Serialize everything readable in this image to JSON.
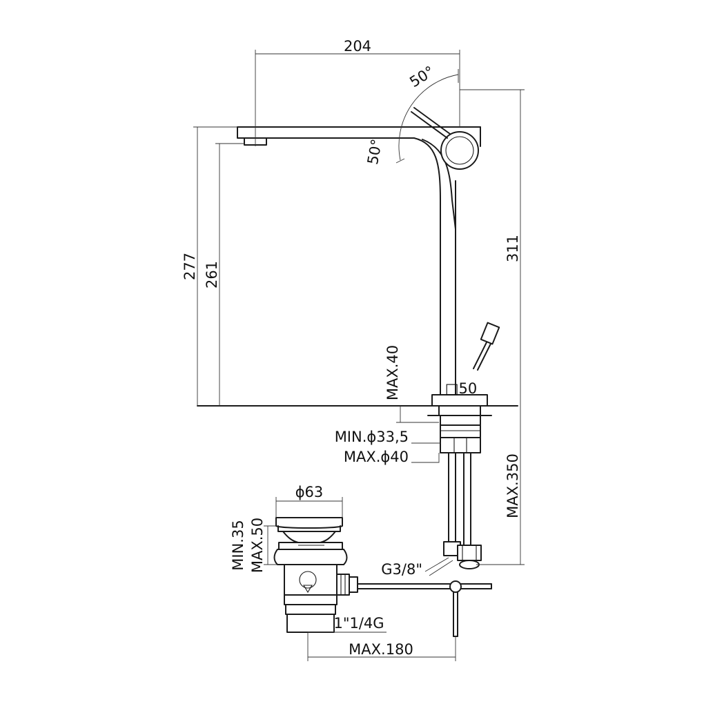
{
  "dimensions": {
    "width_top": "204",
    "angle_upper": "50°",
    "angle_lower": "50°",
    "height_277": "277",
    "height_261": "261",
    "height_311": "311",
    "max_40": "MAX.40",
    "square_50": "□50",
    "min_hole": "MIN.ϕ33,5",
    "max_hole": "MAX.ϕ40",
    "max_350": "MAX.350",
    "diameter_63": "ϕ63",
    "min_35": "MIN.35",
    "max_50": "MAX.50",
    "thread_g38": "G3/8\"",
    "thread_114": "1\"1/4G",
    "max_180": "MAX.180"
  },
  "colors": {
    "line": "#1a1a1a",
    "background": "#ffffff"
  }
}
